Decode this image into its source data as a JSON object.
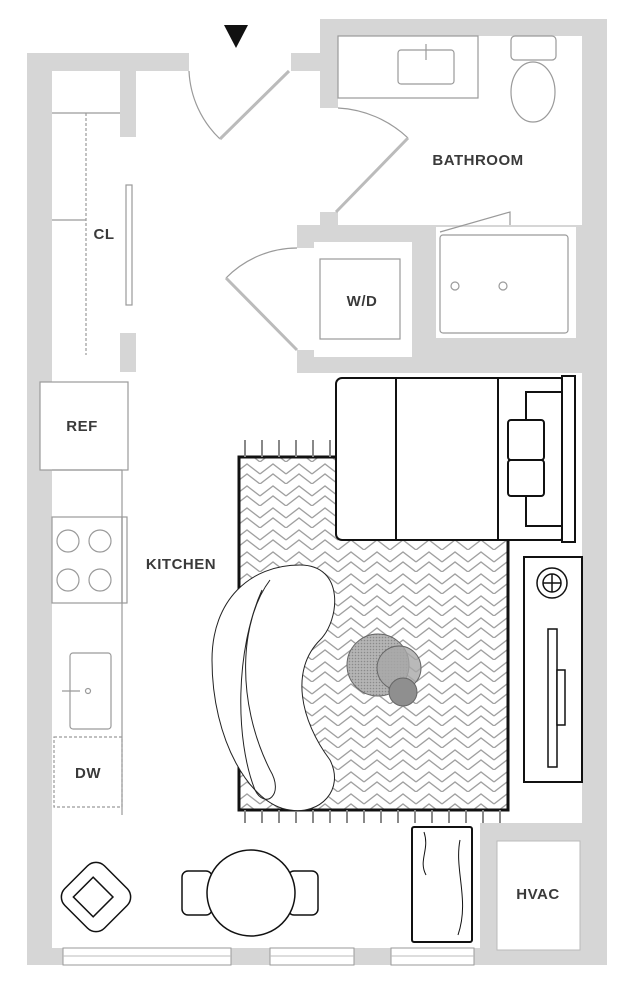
{
  "plan": {
    "rooms": {
      "bathroom": "BATHROOM",
      "closet": "CL",
      "washer_dryer": "W/D",
      "refrigerator": "REF",
      "kitchen": "KITCHEN",
      "dishwasher": "DW",
      "hvac": "HVAC"
    },
    "entry_marker": "entry-arrow",
    "colors": {
      "wall": "#d6d6d6",
      "furniture_stroke": "#111111",
      "fixture_stroke": "#9a9a9a",
      "rug_pattern": "#9a9a9a",
      "decor_gray": "#8a8a8a"
    }
  }
}
